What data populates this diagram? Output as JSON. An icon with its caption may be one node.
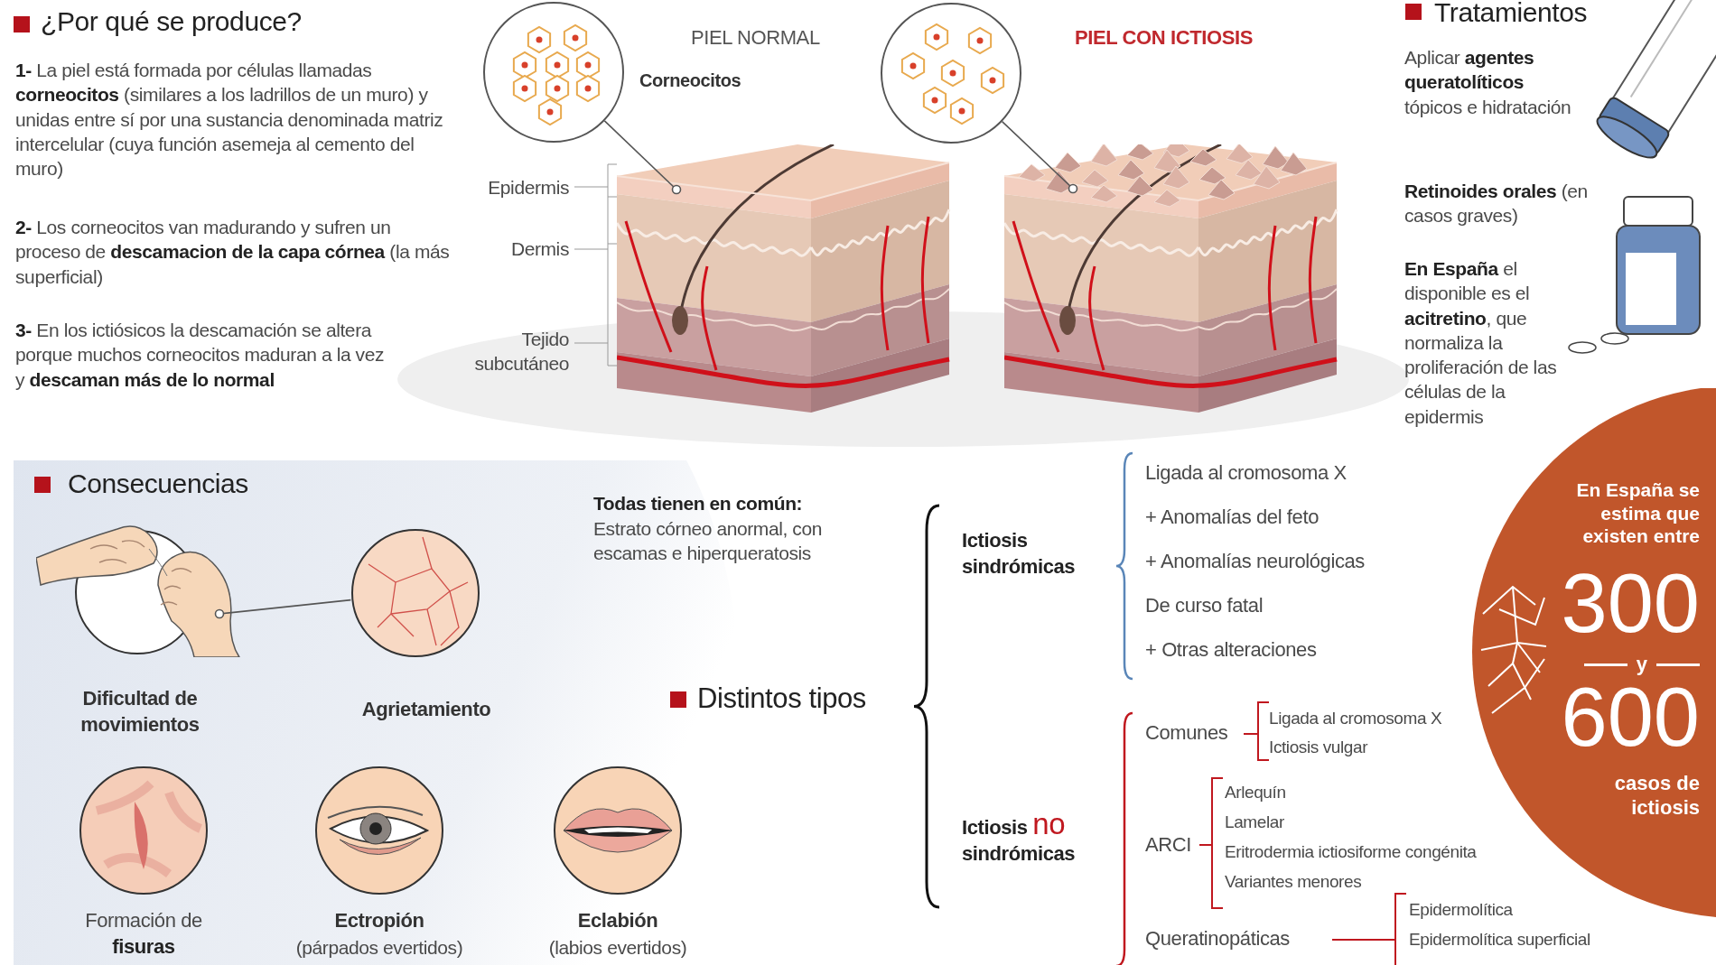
{
  "diagram": {
    "nodes": [
      {
        "text": [],
        "shape": "picture",
        "beside": [
          "Corneocitos"
        ]
      },
      {
        "text": [],
        "shape": "picture"
      },
      {
        "text": [],
        "shape": "picture"
      },
      {
        "text": [],
        "shape": "picture"
      },
      {
        "text": [],
        "shape": "picture",
        "beside": [
          "Dificultad de movimientos"
        ]
      },
      {
        "text": [],
        "shape": "picture",
        "beside": [
          "Agrietamiento"
        ]
      },
      {
        "text": [],
        "shape": "picture",
        "beside": [
          "Formación de **fisuras**"
        ]
      },
      {
        "text": [],
        "shape": "picture",
        "beside": [
          "Ectropión",
          "(párpados evertidos)"
        ]
      },
      {
        "text": [],
        "shape": "picture",
        "beside": [
          "Eclabión",
          "(labios evertidos)"
        ]
      },
      {
        "text": [
          "En España se estima que existen entre",
          "300",
          "y",
          "600",
          "casos de ictiosis"
        ]
      }
    ],
    "edges": [
      {
        "from": 0,
        "to": 1,
        "arrow": "other"
      },
      {
        "from": 2,
        "to": 3,
        "arrow": "other"
      },
      {
        "from": 5,
        "to": 4,
        "arrow": "other"
      }
    ],
    "labels": [
      "¿Por qué se produce?",
      "**1-** La piel está formada por células llamadas **corneocitos** (similares a los ladrillos de un muro) y unidas entre sí por una sustancia denominada matriz intercelular (cuya función asemeja al cemento del muro)",
      "**2-** Los corneocitos van madurando y sufren un proceso de **descamacion de la capa córnea** (la más superficial)",
      "**3-** En los ictiósicos la descamación se altera porque muchos corneocitos maduran a la vez y **descaman más de lo normal**",
      "PIEL NORMAL",
      "PIEL CON ICTIOSIS",
      "Epidermis",
      "Dermis",
      "Tejido subcutáneo",
      "Tratamientos",
      "Aplicar **agentes queratolíticos** tópicos e hidratación",
      "**Retinoides orales** (en casos graves)",
      "**En España** el disponible es el **acitretino**, que normaliza la proliferación de las células de la epidermis",
      "Consecuencias",
      "Todas tienen en común:",
      "Estrato córneo anormal, con escamas e hiperqueratosis",
      "Distintos tipos",
      "Ictiosis sindrómicas",
      "Ligada al cromosoma X",
      "+ Anomalías del feto",
      "+ Anomalías neurológicas",
      "De curso fatal",
      "+ Otras alteraciones",
      "Ictiosis **no** sindrómicas",
      "Comunes",
      "Ligada al cromosoma X",
      "Ictiosis vulgar",
      "ARCI",
      "Arlequín",
      "Lamelar",
      "Eritrodermia ictiosiforme congénita",
      "Variantes menores",
      "Queratinopáticas",
      "Epidermolítica",
      "Epidermolítica superficial"
    ]
  }
}
